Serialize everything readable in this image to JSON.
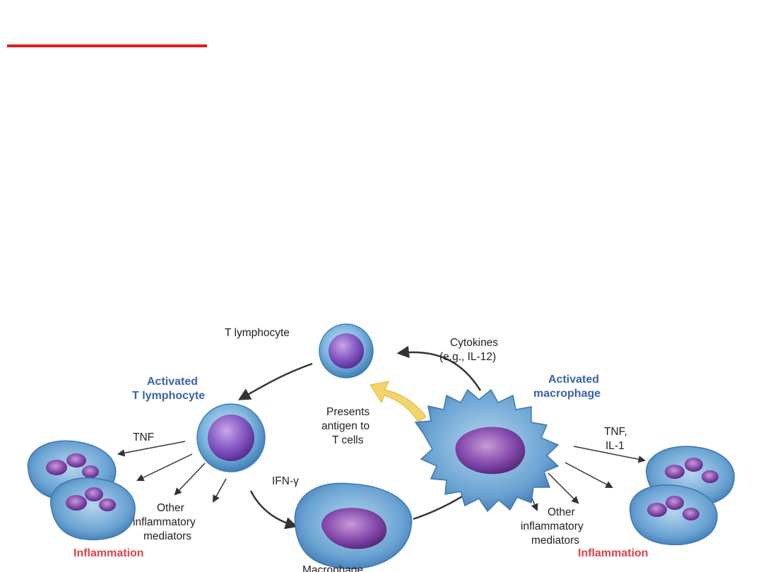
{
  "labels": {
    "t_lymphocyte": "T lymphocyte",
    "cytokines_line1": "Cytokines",
    "cytokines_line2": "(e.g., IL-12)",
    "activated_t_line1": "Activated",
    "activated_t_line2": "T lymphocyte",
    "activated_mac_line1": "Activated",
    "activated_mac_line2": "macrophage",
    "presents_line1": "Presents",
    "presents_line2": "antigen to",
    "presents_line3": "T cells",
    "tnf_left": "TNF",
    "tnf_right_line1": "TNF,",
    "tnf_right_line2": "IL-1",
    "ifn": "IFN-γ",
    "other_left_line1": "Other",
    "other_left_line2": "inflammatory",
    "other_left_line3": "mediators",
    "other_right_line1": "Other",
    "other_right_line2": "inflammatory",
    "other_right_line3": "mediators",
    "inflammation_left": "Inflammation",
    "inflammation_right": "Inflammation",
    "macrophage": "Macrophage"
  },
  "colors": {
    "rule": "#e01b1b",
    "blue_label": "#3a63a8",
    "red_label": "#e0414a",
    "antigen_arrow": "#f3d46a"
  }
}
